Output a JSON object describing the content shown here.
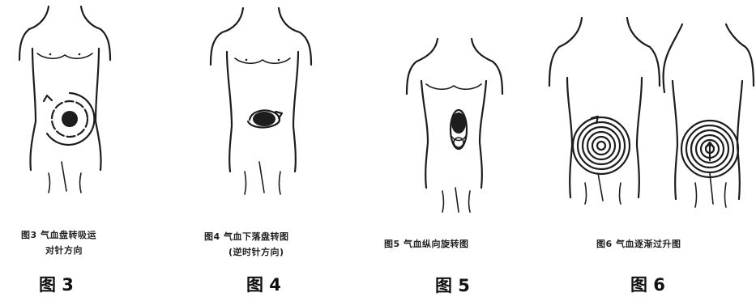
{
  "figures": [
    {
      "caption_line1": "图3  气血盘转吸运",
      "caption_line2": "对针方向",
      "label": "图 3"
    },
    {
      "caption_line1": "图4 气血下落盘转图",
      "caption_line2": "(逆时针方向)",
      "label": "图 4"
    },
    {
      "caption_line1": "图5 气血纵向旋转图",
      "caption_line2": "",
      "label": "图 5"
    },
    {
      "caption_line1": "图6  气血逐渐过升图",
      "caption_line2": "",
      "label": "图 6"
    }
  ]
}
